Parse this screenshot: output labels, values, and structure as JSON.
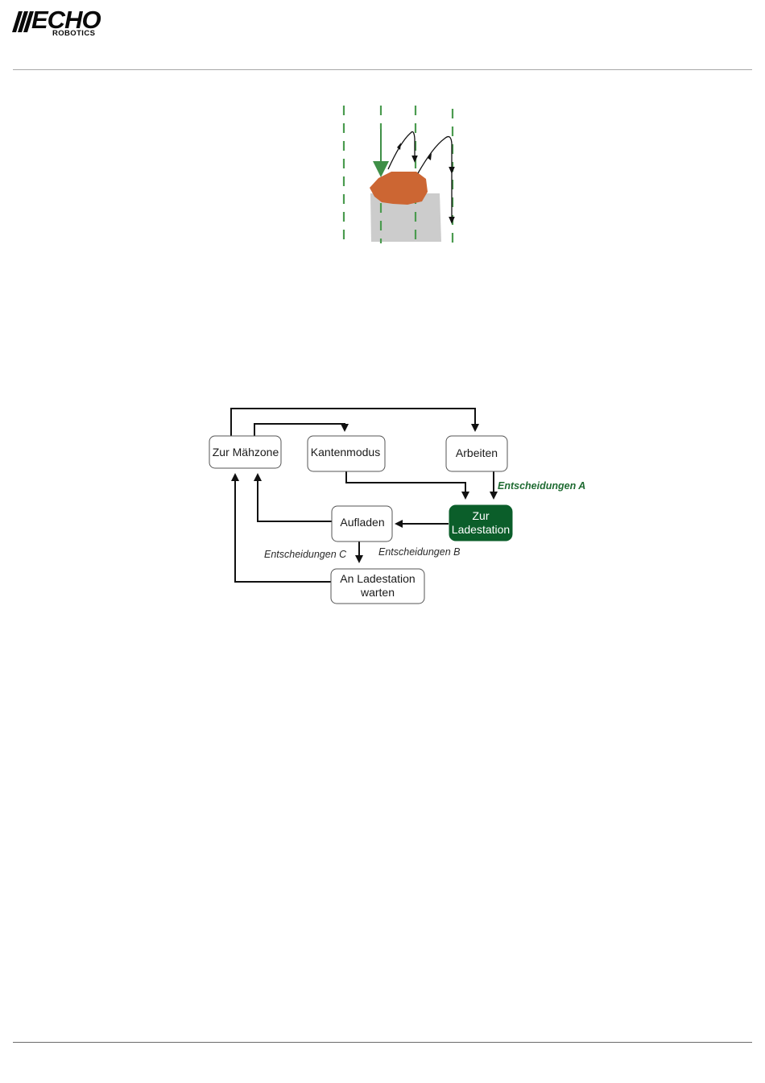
{
  "header": {
    "logo_main": "ECHO",
    "logo_sub": "ROBOTICS"
  },
  "colors": {
    "brand_green": "#0b5e2a",
    "path_green": "#4b9b4f",
    "obstacle": "#cc6633",
    "obstacle_shadow": "#cccccc",
    "line": "#2a2a2a"
  },
  "flowchart": {
    "nodes": {
      "zur_maehzone": "Zur Mähzone",
      "kantenmodus": "Kantenmodus",
      "arbeiten": "Arbeiten",
      "zur_ladestation_1": "Zur",
      "zur_ladestation_2": "Ladestation",
      "aufladen": "Aufladen",
      "an_ladestation_1": "An Ladestation",
      "an_ladestation_2": "warten"
    },
    "decisions": {
      "a": "Entscheidungen A",
      "b": "Entscheidungen B",
      "c": "Entscheidungen C"
    }
  }
}
